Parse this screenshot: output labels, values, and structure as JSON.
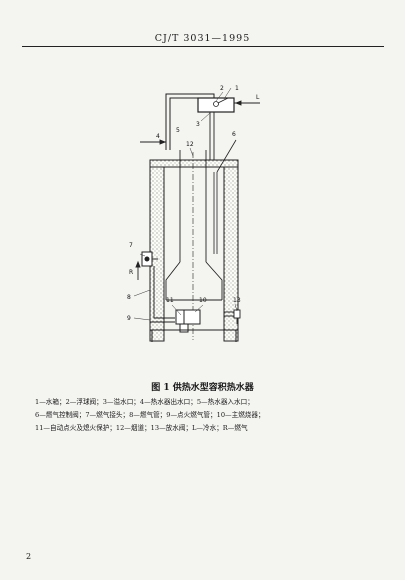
{
  "header": {
    "standard_code": "CJ/T 3031—1995"
  },
  "figure": {
    "caption": "图 1  供热水型容积热水器",
    "callouts": {
      "n1": "1",
      "n2": "2",
      "n3": "3",
      "n4": "4",
      "n5": "5",
      "n6": "6",
      "n7": "7",
      "n8": "8",
      "n9": "9",
      "n10": "10",
      "n11": "11",
      "n12": "12",
      "n13": "13",
      "L": "L",
      "R": "R"
    },
    "legend_lines": [
      "1—水箱；2—浮球阀；3—溢水口；4—热水器出水口；5—热水器入水口；",
      "6—燃气控制阀；7—燃气接头；8—燃气管；9—点火燃气管；10—主燃烧器；",
      "11—自动点火及熄火保护；12—烟道；13—放水阀；L—冷水；R—燃气"
    ]
  },
  "footer": {
    "page_number": "2"
  }
}
